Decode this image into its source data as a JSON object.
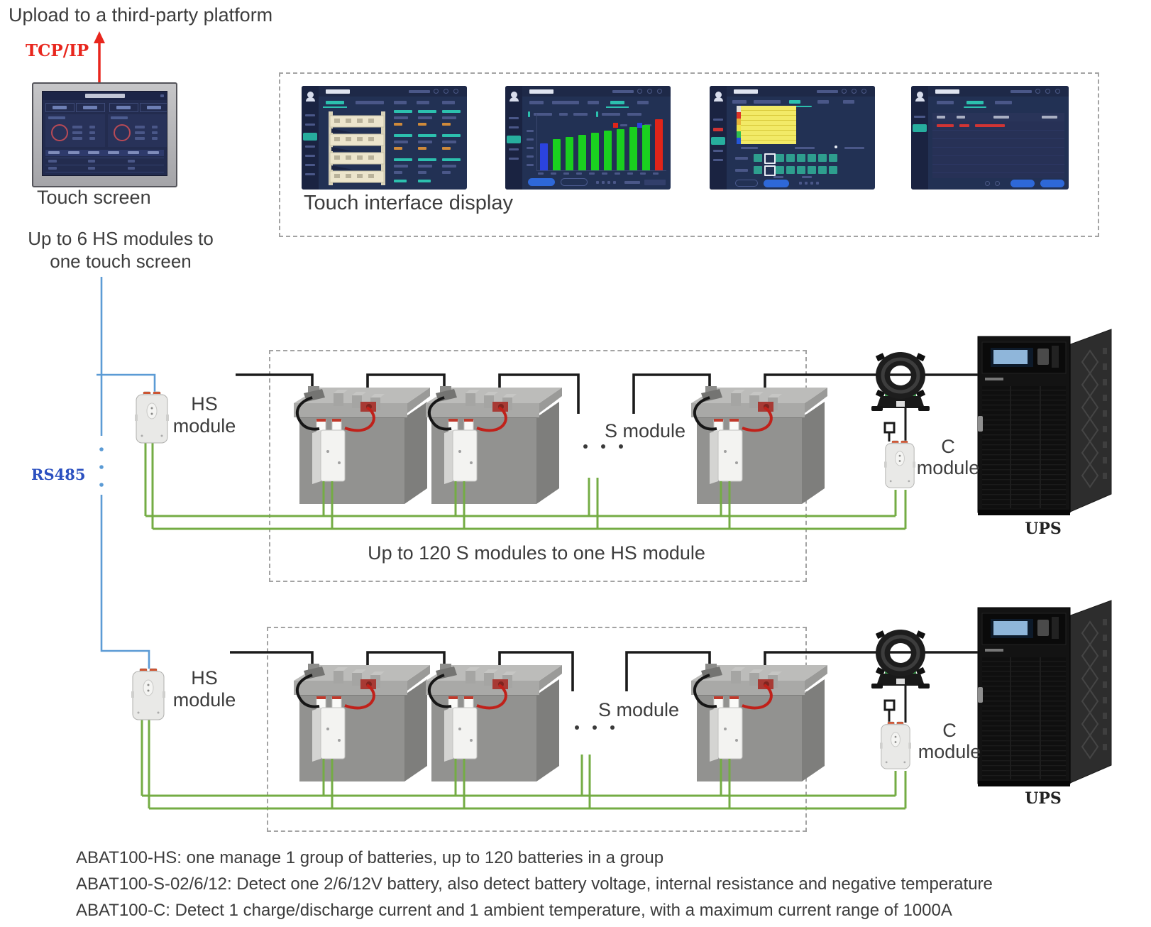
{
  "diagram": {
    "title": "Upload to a third-party platform",
    "protocol_top": "TCP/IP",
    "protocol_bus": "RS485",
    "touch_screen_label": "Touch screen",
    "hs_capacity_note": [
      "Up to 6 HS modules to",
      "one touch screen"
    ],
    "display_box_label": "Touch interface display",
    "s_capacity_note": "Up to 120 S modules to one HS module",
    "groups": [
      {
        "hs": "HS module",
        "s": "S module",
        "c": "C module",
        "ups": "UPS"
      },
      {
        "hs": "HS module",
        "s": "S module",
        "c": "C module",
        "ups": "UPS"
      }
    ],
    "footnotes": [
      "ABAT100-HS: one manage 1 group of batteries, up to 120 batteries in a group",
      "ABAT100-S-02/6/12: Detect one 2/6/12V battery, also detect battery voltage, internal resistance and negative temperature",
      "ABAT100-C: Detect 1 charge/discharge current and 1 ambient temperature, with a maximum current range of 1000A"
    ]
  },
  "colors": {
    "wire_rs485": "#5b9bd5",
    "wire_sensor_green": "#74ac44",
    "wire_power_black": "#1b1b1b",
    "arrow_tcpip_red": "#e8261d",
    "label_rs485_blue": "#2b50c0",
    "mini_screen_navy": "#223154",
    "mini_teal_accent": "#2cc0ae",
    "mini_button_blue": "#2e68d8",
    "mini_table_yellow": "#f2ea67"
  },
  "mini_ui": {
    "shot2_bars": {
      "first": "#2b43e0",
      "middle": "#1ad01f",
      "last": "#e02419",
      "heights": [
        38,
        44,
        47,
        50,
        53,
        56,
        58,
        61,
        64,
        72
      ]
    },
    "shot3_row_colors": [
      "#e0e0d8",
      "#dd3326",
      "#e8b43a",
      "#f0e24a",
      "#2fbf4f",
      "#2456d8"
    ]
  }
}
